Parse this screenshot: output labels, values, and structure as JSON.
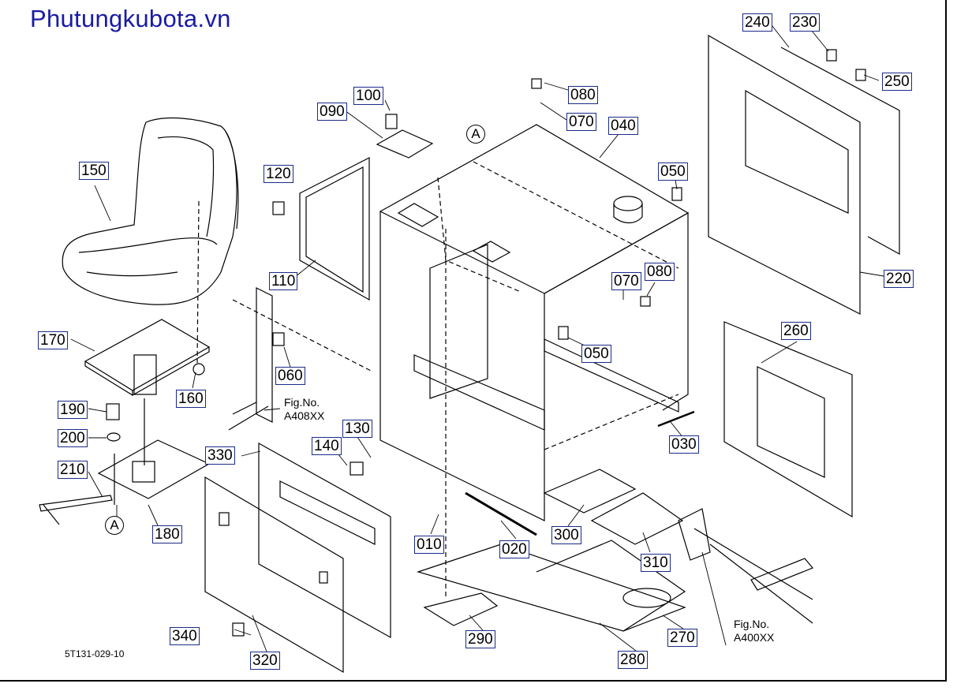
{
  "site_title": "Phutungkubota.vn",
  "drawing_code": "5T131-029-10",
  "view_marker": "A",
  "figure_refs": [
    {
      "line1": "Fig.No.",
      "line2": "A408XX"
    },
    {
      "line1": "Fig.No.",
      "line2": "A400XX"
    }
  ],
  "part_labels": [
    "240",
    "230",
    "250",
    "100",
    "080",
    "090",
    "070",
    "040",
    "220",
    "150",
    "120",
    "050",
    "110",
    "070",
    "080",
    "170",
    "050",
    "060",
    "160",
    "260",
    "190",
    "200",
    "210",
    "130",
    "140",
    "330",
    "030",
    "300",
    "180",
    "010",
    "020",
    "310",
    "340",
    "290",
    "270",
    "320",
    "280"
  ],
  "colors": {
    "title": "#1a1aa6",
    "label_border": "#1a2a8a",
    "line": "#000000"
  }
}
